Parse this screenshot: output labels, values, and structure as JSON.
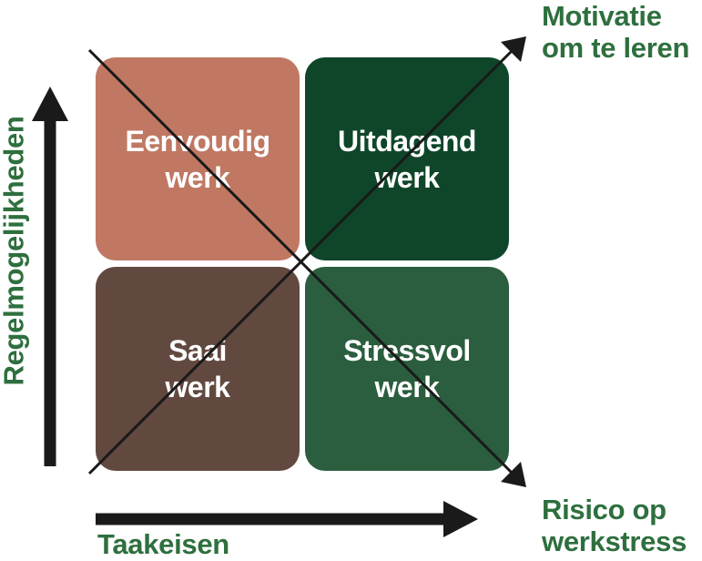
{
  "colors": {
    "brand_green": "#2e6f3e",
    "arrow": "#1a1a1a",
    "eenvoudig": "#c07863",
    "uitdagend": "#0f4629",
    "saai": "#624940",
    "stressvol": "#2b5e3e"
  },
  "quadrants": {
    "top_left": {
      "line1": "Eenvoudig",
      "line2": "werk"
    },
    "top_right": {
      "line1": "Uitdagend",
      "line2": "werk"
    },
    "bottom_left": {
      "line1": "Saai",
      "line2": "werk"
    },
    "bottom_right": {
      "line1": "Stressvol",
      "line2": "werk"
    }
  },
  "labels": {
    "motivation": {
      "line1": "Motivatie",
      "line2": "om te leren"
    },
    "risk": {
      "line1": "Risico op",
      "line2": "werkstress"
    },
    "x_axis": "Taakeisen",
    "y_axis": "Regelmogelijkheden"
  }
}
